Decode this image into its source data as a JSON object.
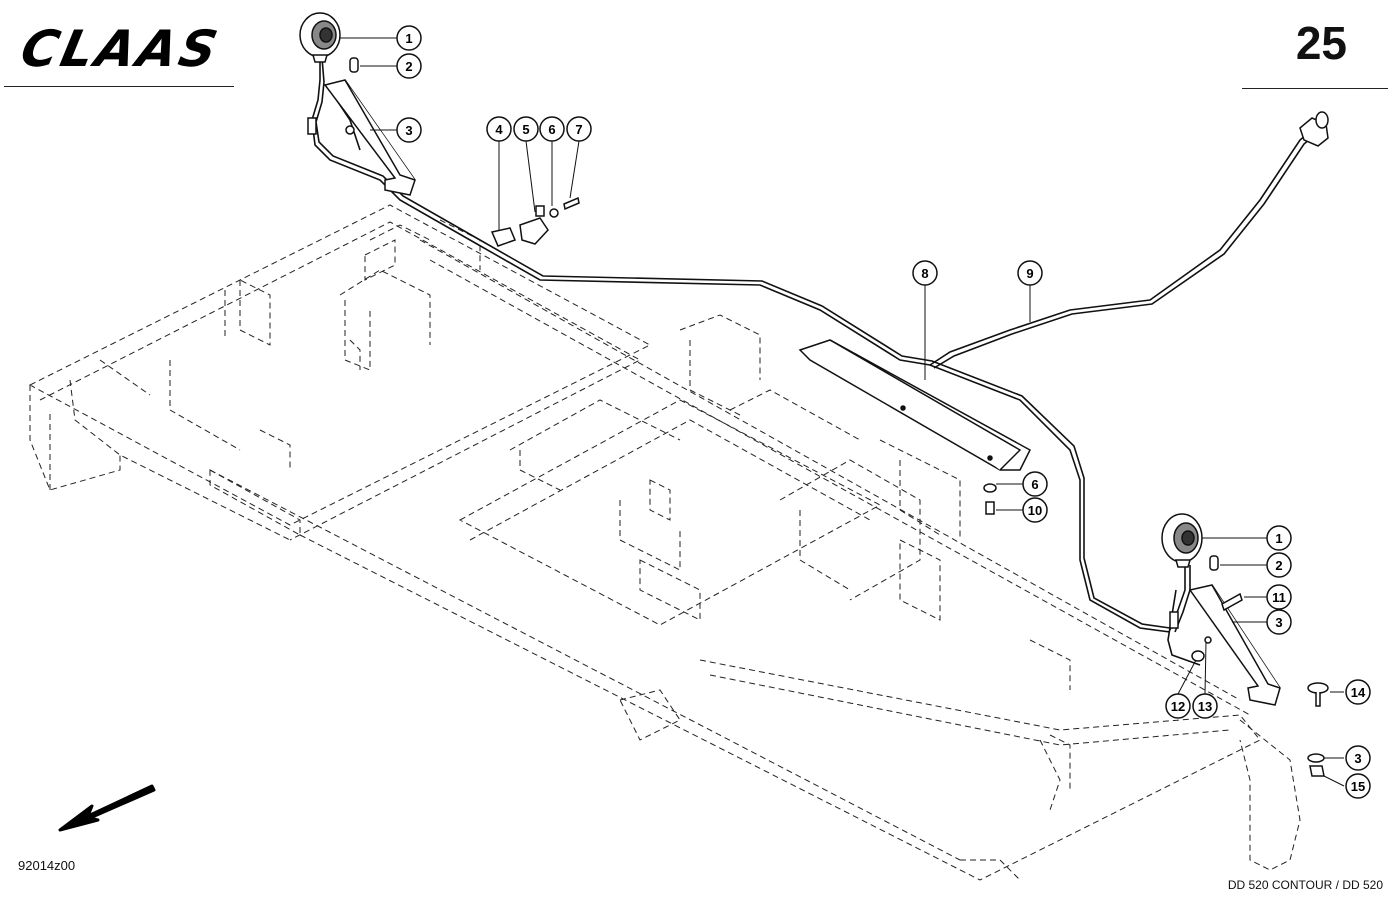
{
  "header": {
    "brand": "CLAAS",
    "page_number": "25"
  },
  "footer": {
    "drawing_code": "92014z00",
    "model": "DD 520 CONTOUR / DD 520"
  },
  "callouts": [
    {
      "id": "c1a",
      "label": "1"
    },
    {
      "id": "c2a",
      "label": "2"
    },
    {
      "id": "c3a",
      "label": "3"
    },
    {
      "id": "c4",
      "label": "4"
    },
    {
      "id": "c5",
      "label": "5"
    },
    {
      "id": "c6a",
      "label": "6"
    },
    {
      "id": "c7",
      "label": "7"
    },
    {
      "id": "c8",
      "label": "8"
    },
    {
      "id": "c9",
      "label": "9"
    },
    {
      "id": "c6b",
      "label": "6"
    },
    {
      "id": "c10",
      "label": "10"
    },
    {
      "id": "c1b",
      "label": "1"
    },
    {
      "id": "c2b",
      "label": "2"
    },
    {
      "id": "c11",
      "label": "11"
    },
    {
      "id": "c3b",
      "label": "3"
    },
    {
      "id": "c14",
      "label": "14"
    },
    {
      "id": "c12",
      "label": "12"
    },
    {
      "id": "c13",
      "label": "13"
    },
    {
      "id": "c3c",
      "label": "3"
    },
    {
      "id": "c15",
      "label": "15"
    }
  ]
}
